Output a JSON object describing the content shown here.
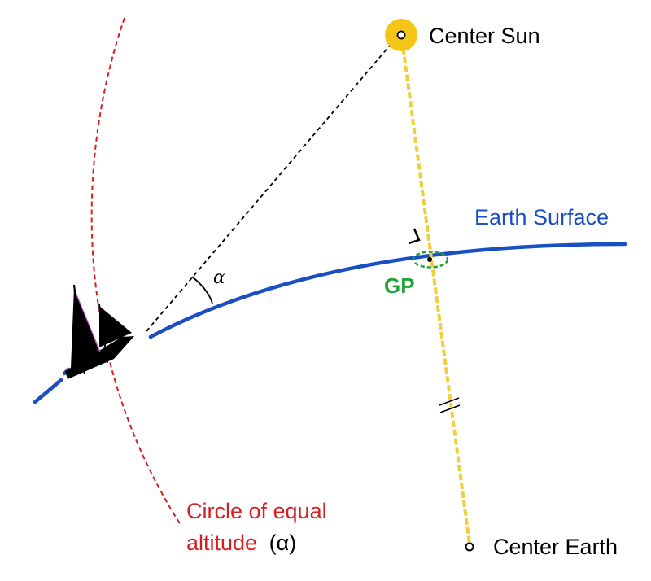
{
  "labels": {
    "center_sun": "Center Sun",
    "center_earth": "Center Earth",
    "earth_surface": "Earth Surface",
    "gp": "GP",
    "angle": "α",
    "circle_line1": "Circle of equal",
    "circle_line2_red": "altitude",
    "circle_line2_black": "(α)"
  },
  "colors": {
    "sun": "#F5C518",
    "sun_earth_line": "#F0CF3A",
    "earth_surface": "#1A4FC4",
    "circle_of_equal_altitude": "#D42020",
    "gp": "#22A33A",
    "ship": "#000000",
    "text": "#000000"
  },
  "icons": {
    "sun": "sun-disc-icon",
    "ship": "sailboat-icon"
  }
}
